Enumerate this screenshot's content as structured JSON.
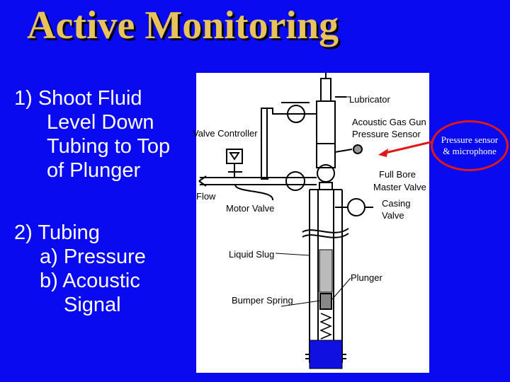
{
  "title": "Active Monitoring",
  "steps": {
    "item1": [
      "1)  Shoot Fluid",
      "Level Down",
      "Tubing to Top",
      "of Plunger"
    ],
    "item2": {
      "heading": "2)  Tubing",
      "a": "a) Pressure",
      "b": "b) Acoustic",
      "b2": "Signal"
    }
  },
  "diagram": {
    "labels": {
      "lubricator": "Lubricator",
      "gas_gun_1": "Acoustic Gas Gun",
      "gas_gun_2": "Pressure Sensor",
      "valve_controller": "Valve Controller",
      "full_bore_1": "Full Bore",
      "full_bore_2": "Master Valve",
      "flow": "Flow",
      "casing_1": "Casing",
      "casing_2": "Valve",
      "motor_valve": "Motor Valve",
      "liquid_slug": "Liquid Slug",
      "plunger": "Plunger",
      "bumper_spring": "Bumper Spring"
    }
  },
  "callout": {
    "line1": "Pressure sensor",
    "line2": "& microphone"
  },
  "colors": {
    "background": "#0a0af0",
    "title": "#e8c25a",
    "callout_border": "#e01818",
    "fluid": "#1010e0"
  }
}
